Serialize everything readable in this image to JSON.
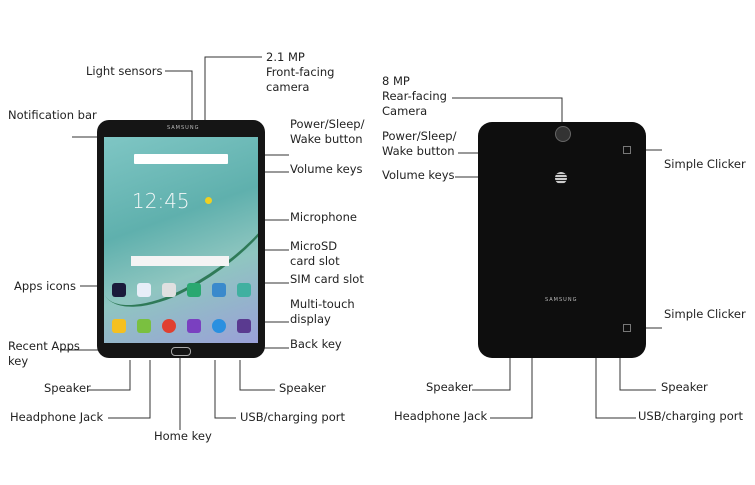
{
  "front": {
    "brand": "SAMSUNG",
    "clock": "12:45",
    "labels": {
      "light_sensors": "Light sensors",
      "front_camera": [
        "2.1 MP",
        "Front-facing",
        "camera"
      ],
      "notification_bar": "Notification bar",
      "power": [
        "Power/Sleep/",
        "Wake button"
      ],
      "volume": "Volume keys",
      "microphone": "Microphone",
      "microsd": [
        "MicroSD",
        "card slot"
      ],
      "sim": "SIM card slot",
      "multitouch": [
        "Multi-touch",
        "display"
      ],
      "apps_icons": "Apps icons",
      "recent_apps": [
        "Recent Apps",
        "key"
      ],
      "back_key": "Back key",
      "speaker_left": "Speaker",
      "headphone": "Headphone Jack",
      "home_key": "Home key",
      "usb": "USB/charging port",
      "speaker_right": "Speaker"
    }
  },
  "back": {
    "brand": "SAMSUNG",
    "labels": {
      "rear_camera": [
        "8 MP",
        "Rear-facing",
        "Camera"
      ],
      "power": [
        "Power/Sleep/",
        "Wake button"
      ],
      "volume": "Volume keys",
      "clicker_top": "Simple Clicker",
      "clicker_bottom": "Simple Clicker",
      "speaker_left": "Speaker",
      "headphone": "Headphone Jack",
      "usb": "USB/charging port",
      "speaker_right": "Speaker"
    }
  },
  "colors": {
    "app_icons": [
      "#1a1a3a",
      "#e8eef8",
      "#e0e0e0",
      "#2aa870",
      "#3a8acc",
      "#40b0a0"
    ],
    "dock_icons": [
      "#f5c020",
      "#7ac040",
      "#e04030",
      "#7a40c0",
      "#2a90e0",
      "#5a3a90"
    ]
  }
}
